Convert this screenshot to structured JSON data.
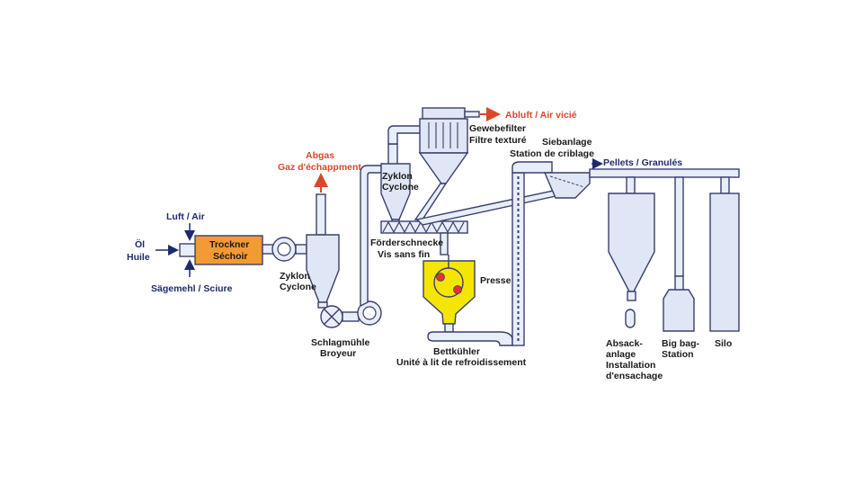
{
  "colors": {
    "accent_red": "#d9482a",
    "label_blue": "#1f2a6e",
    "dryer_orange": "#f29a35",
    "press_yellow": "#f4e600",
    "vessel_fill": "#dfe6f5",
    "line": "#3a3f6b"
  },
  "inputs": {
    "air": "Luft / Air",
    "oil_de": "Öl",
    "oil_fr": "Huile",
    "sawdust": "Sägemehl / Sciure"
  },
  "dryer": {
    "de": "Trockner",
    "fr": "Séchoir"
  },
  "cyclone1": {
    "de": "Zyklon",
    "fr": "Cyclone"
  },
  "exhaust": {
    "de": "Abgas",
    "fr": "Gaz d'échappment"
  },
  "hammermill": {
    "de": "Schlagmühle",
    "fr": "Broyeur"
  },
  "cyclone2": {
    "de": "Zyklon",
    "fr": "Cyclone"
  },
  "fabric_filter": {
    "de": "Gewebefilter",
    "fr": "Filtre texturé"
  },
  "exhaust_air": "Abluft / Air vicié",
  "screw": {
    "de": "Förderschnecke",
    "fr": "Vis sans fin"
  },
  "press": "Presse",
  "cooler": {
    "de": "Bettkühler",
    "fr": "Unité à lit de refroidissement"
  },
  "screen": {
    "de": "Siebanlage",
    "fr": "Station de criblage"
  },
  "pellets": "Pellets / Granulés",
  "bagging": {
    "l1": "Absack-",
    "l2": "anlage",
    "l3": "Installation",
    "l4": "d'ensachage"
  },
  "bigbag": {
    "l1": "Big bag-",
    "l2": "Station"
  },
  "silo": "Silo"
}
